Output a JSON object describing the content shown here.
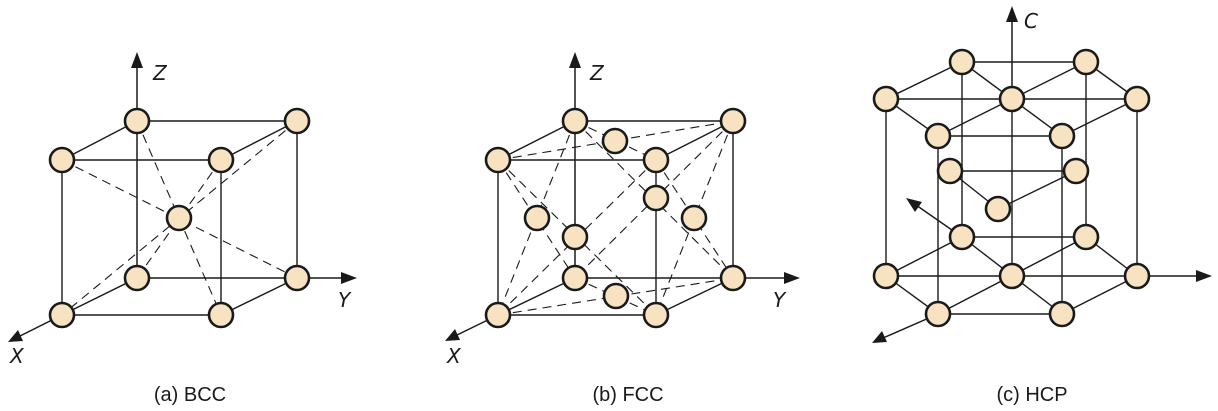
{
  "colors": {
    "atom_fill": "#f7e2c2",
    "line": "#1a1a1a"
  },
  "panels": [
    {
      "caption": "(a) BCC",
      "axis_labels": {
        "x": "X",
        "y": "Y",
        "z": "Z"
      }
    },
    {
      "caption": "(b) FCC",
      "axis_labels": {
        "x": "X",
        "y": "Y",
        "z": "Z"
      }
    },
    {
      "caption": "(c) HCP",
      "axis_labels": {
        "c": "C"
      }
    }
  ]
}
